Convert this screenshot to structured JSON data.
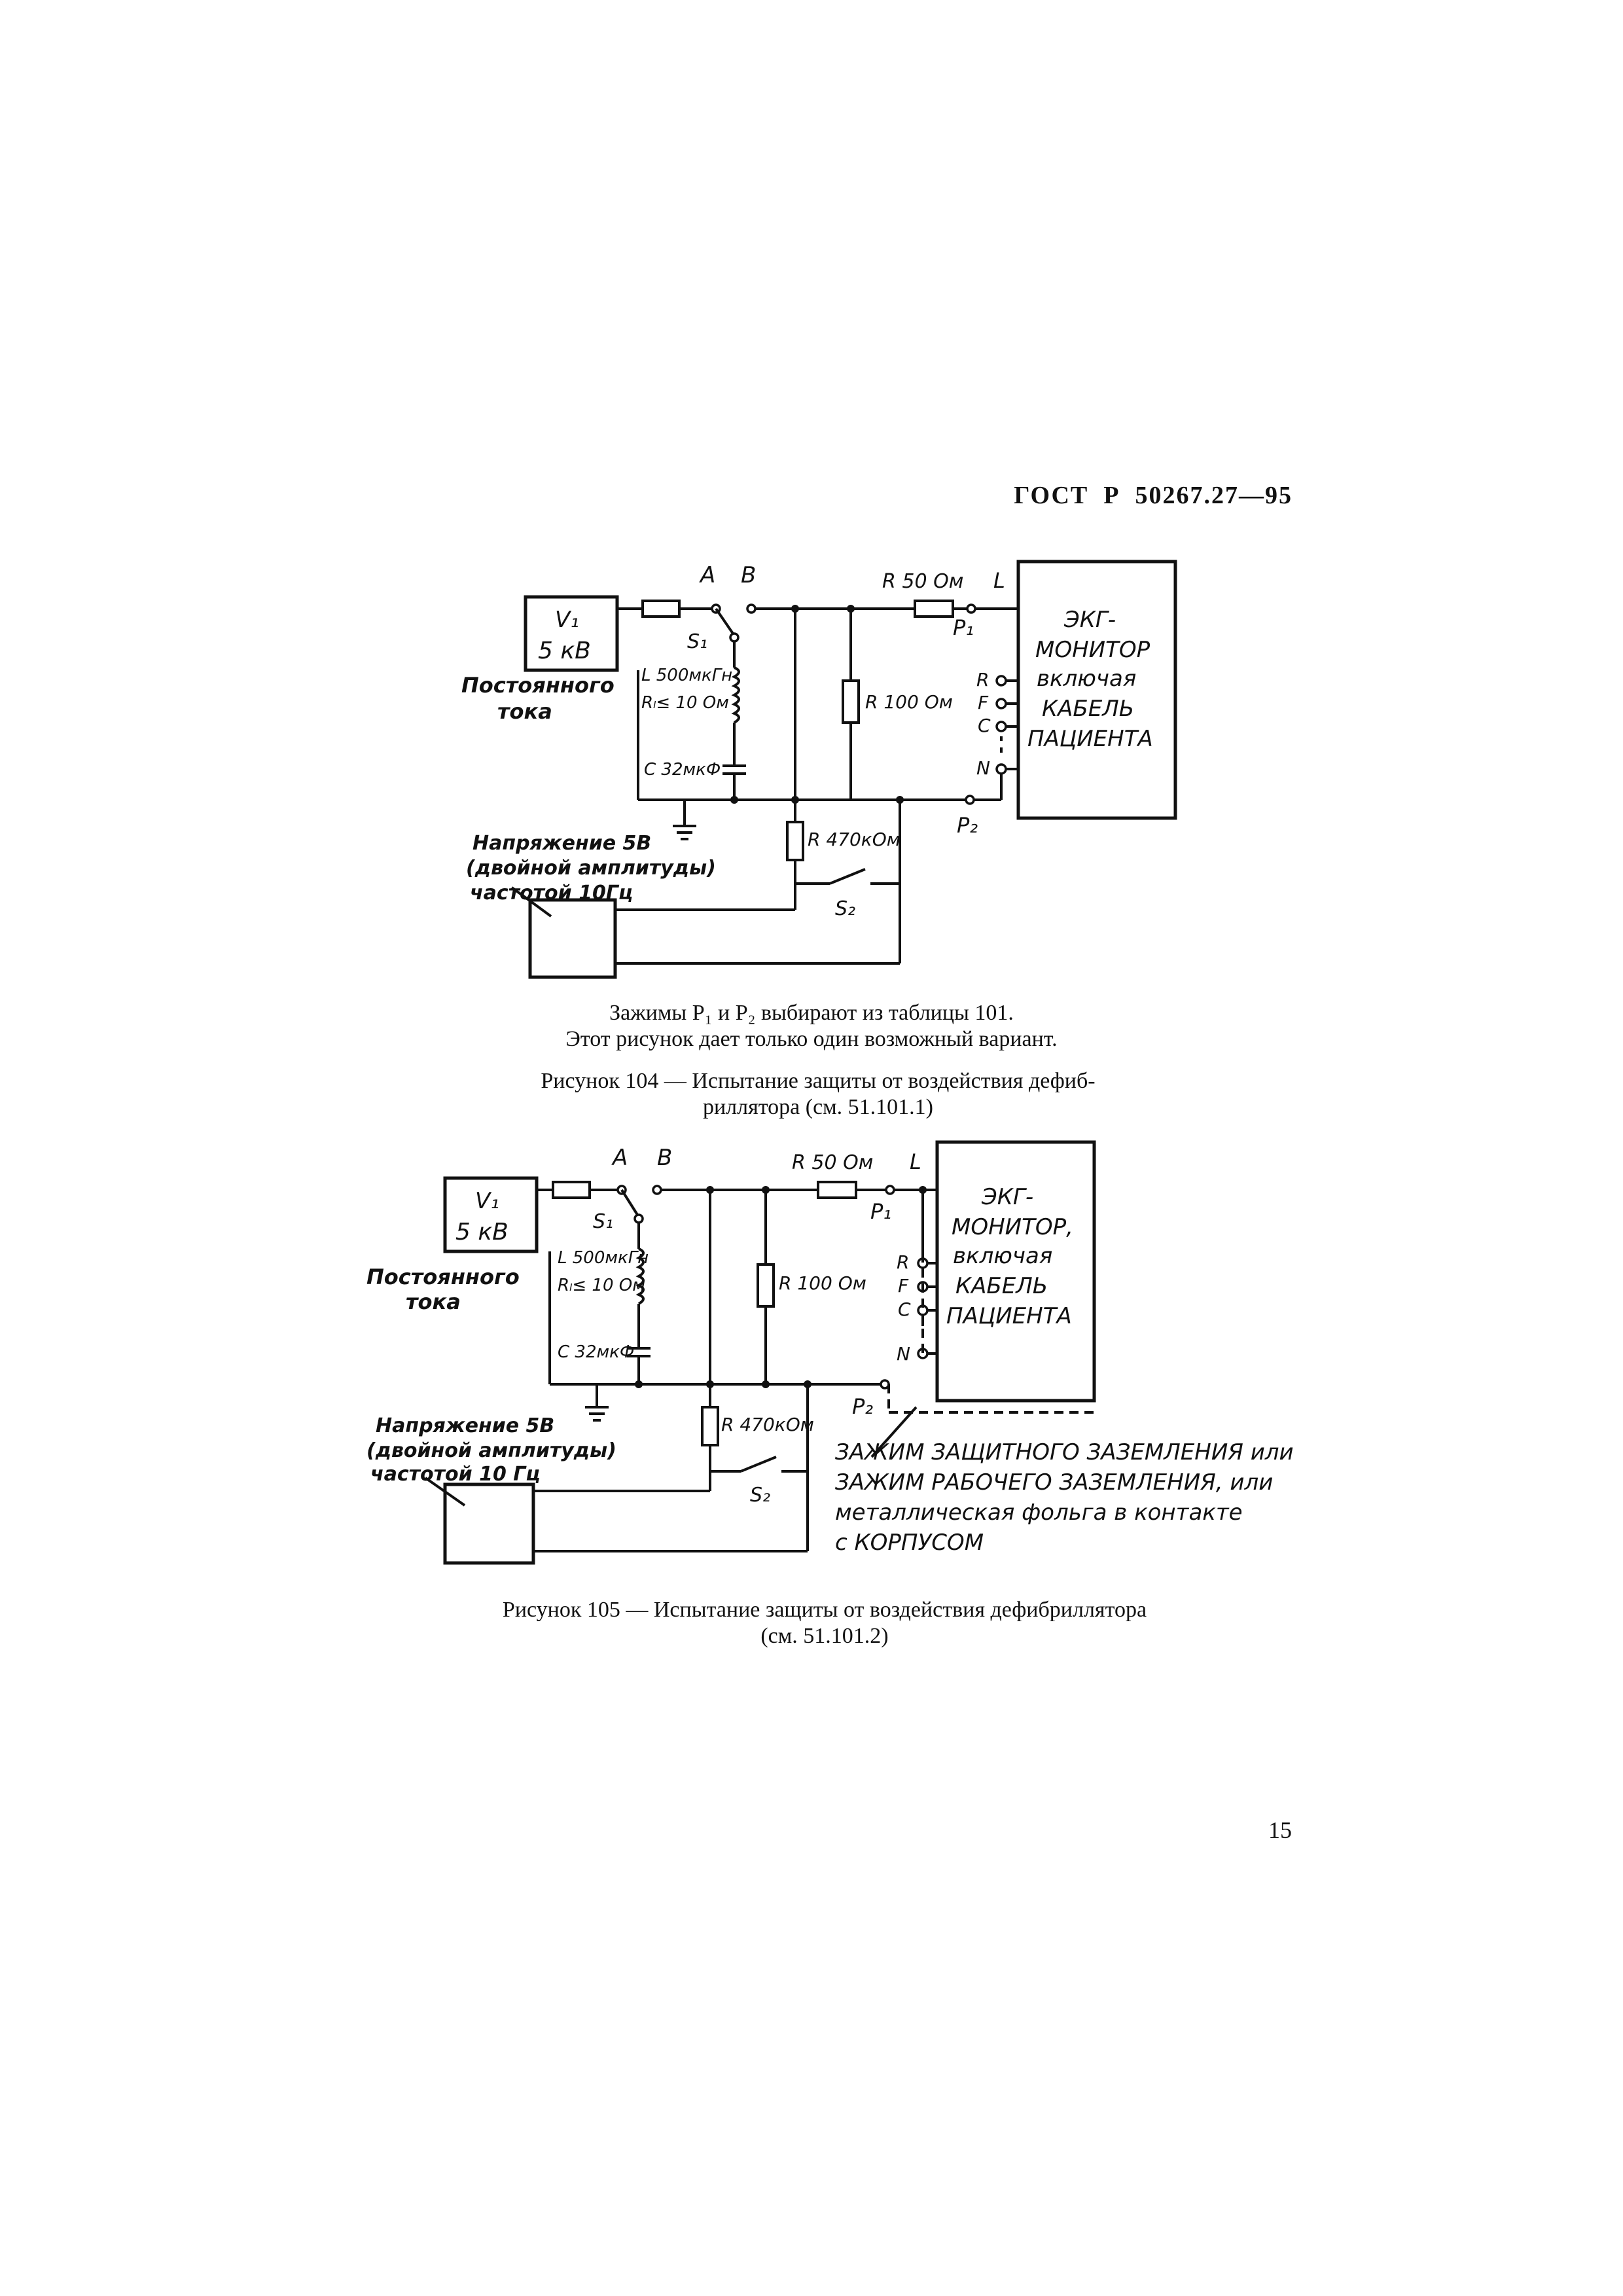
{
  "header": {
    "standard": "ГОСТ  Р  50267.27—95"
  },
  "figure104": {
    "labels": {
      "v1": "V₁",
      "kv": "5 кВ",
      "dc": [
        "Постоянного",
        "тока"
      ],
      "a": "A",
      "b": "B",
      "s1": "S₁",
      "l": "L 500мкГн",
      "rl": "Rₗ≤ 10 Ом",
      "c": "C 32мкФ",
      "r50": "R 50 Ом",
      "r100": "R 100 Ом",
      "r470": "R 470кОм",
      "l_term": "L",
      "p1": "P₁",
      "p2": "P₂",
      "r_term": "R",
      "f_term": "F",
      "c_term": "C",
      "n_term": "N",
      "s2": "S₂",
      "gen": [
        "Напряжение 5В",
        "(двойной амплитуды)",
        "частотой 10Гц"
      ],
      "ecg": [
        "ЭКГ-",
        "МОНИТОР",
        "включая",
        "КАБЕЛЬ",
        "ПАЦИЕНТА"
      ]
    },
    "caption_note": [
      "Зажимы P₁ и P₂ выбирают из таблицы 101.",
      "Этот рисунок дает только один возможный вариант."
    ],
    "caption": [
      "Рисунок 104 — Испытание защиты от воздействия дефиб-",
      "риллятора (см. 51.101.1)"
    ]
  },
  "figure105": {
    "labels": {
      "v1": "V₁",
      "kv": "5 кВ",
      "dc": [
        "Постоянного",
        "тока"
      ],
      "a": "A",
      "b": "B",
      "s1": "S₁",
      "l": "L 500мкГн",
      "rl": "Rₗ≤ 10 Ом",
      "c": "C 32мкФ",
      "r50": "R 50 Ом",
      "r100": "R 100 Ом",
      "r470": "R 470кОм",
      "l_term": "L",
      "p1": "P₁",
      "p2": "P₂",
      "r_term": "R",
      "f_term": "F",
      "c_term": "C",
      "n_term": "N",
      "s2": "S₂",
      "gen": [
        "Напряжение 5В",
        "(двойной амплитуды)",
        "частотой 10 Гц"
      ],
      "ecg": [
        "ЭКГ-",
        "МОНИТОР,",
        "включая",
        "КАБЕЛЬ",
        "ПАЦИЕНТА"
      ],
      "clamp": [
        "ЗАЖИМ ЗАЩИТНОГО ЗАЗЕМЛЕНИЯ или",
        "ЗАЖИМ РАБОЧЕГО ЗАЗЕМЛЕНИЯ, или",
        "металлическая фольга в контакте",
        "с КОРПУСОМ"
      ]
    },
    "caption": [
      "Рисунок 105 — Испытание защиты от воздействия дефибриллятора",
      "(см. 51.101.2)"
    ]
  },
  "page_number": "15"
}
